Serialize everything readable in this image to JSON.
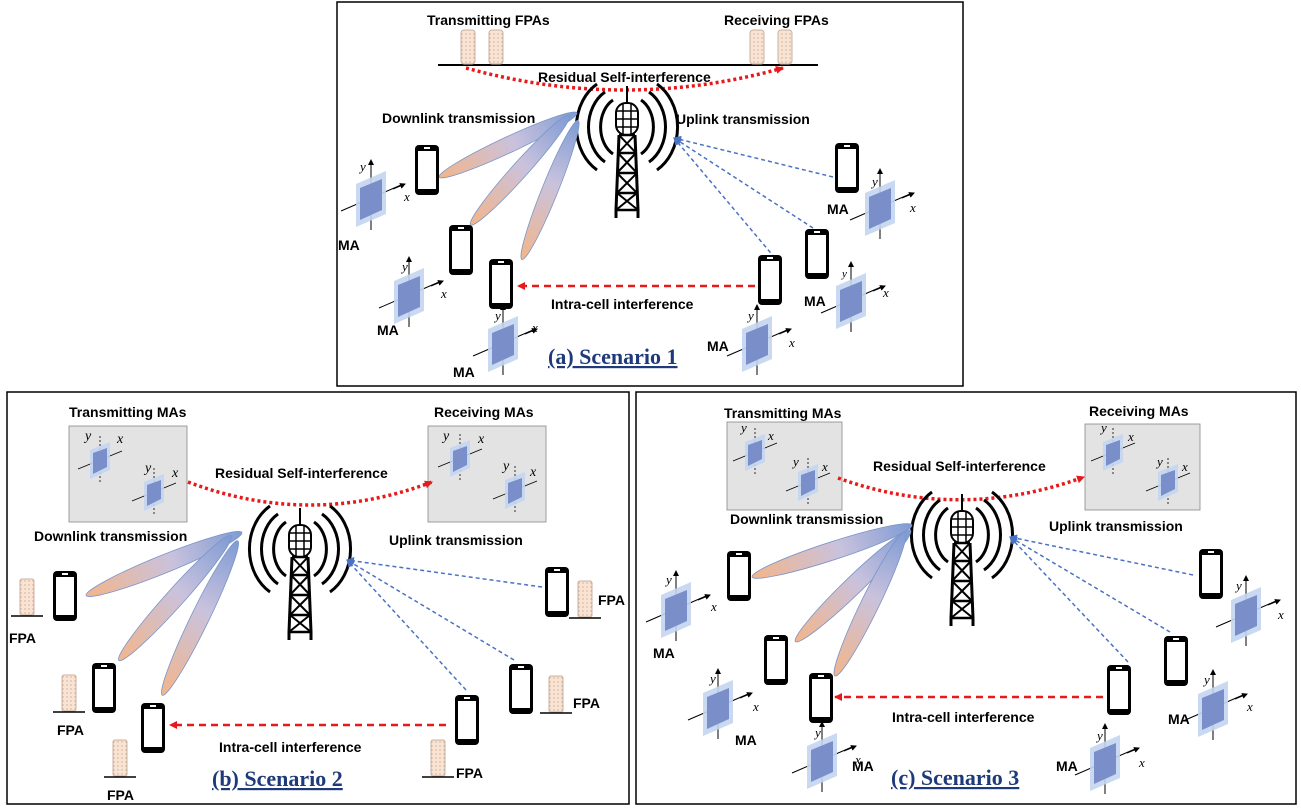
{
  "scenario1": {
    "caption": "(a) Scenario 1",
    "transmitting_label": "Transmitting FPAs",
    "receiving_label": "Receiving FPAs",
    "self_interference_label": "Residual Self-interference",
    "downlink_label": "Downlink transmission",
    "uplink_label": "Uplink transmission",
    "intra_cell_label": "Intra-cell interference",
    "antenna_label": "MA",
    "axis_x": "x",
    "axis_y": "y"
  },
  "scenario2": {
    "caption": "(b) Scenario 2",
    "transmitting_label": "Transmitting MAs",
    "receiving_label": "Receiving MAs",
    "self_interference_label": "Residual Self-interference",
    "downlink_label": "Downlink transmission",
    "uplink_label": "Uplink transmission",
    "intra_cell_label": "Intra-cell interference",
    "antenna_label": "FPA",
    "axis_x": "x",
    "axis_y": "y"
  },
  "scenario3": {
    "caption": "(c) Scenario 3",
    "transmitting_label": "Transmitting MAs",
    "receiving_label": "Receiving MAs",
    "self_interference_label": "Residual Self-interference",
    "downlink_label": "Downlink transmission",
    "uplink_label": "Uplink transmission",
    "intra_cell_label": "Intra-cell interference",
    "antenna_label": "MA",
    "axis_x": "x",
    "axis_y": "y"
  },
  "colors": {
    "interference": "#e8191b",
    "uplink": "#4a72c4",
    "caption": "#1f3a7a",
    "ma_panel": "#6f86c8",
    "ma_glow": "#b9cdec",
    "fpa": "#f6dcc8"
  },
  "icons": [
    "base-station-icon",
    "smartphone-icon",
    "movable-antenna-icon",
    "fixed-antenna-icon",
    "beam-icon"
  ]
}
